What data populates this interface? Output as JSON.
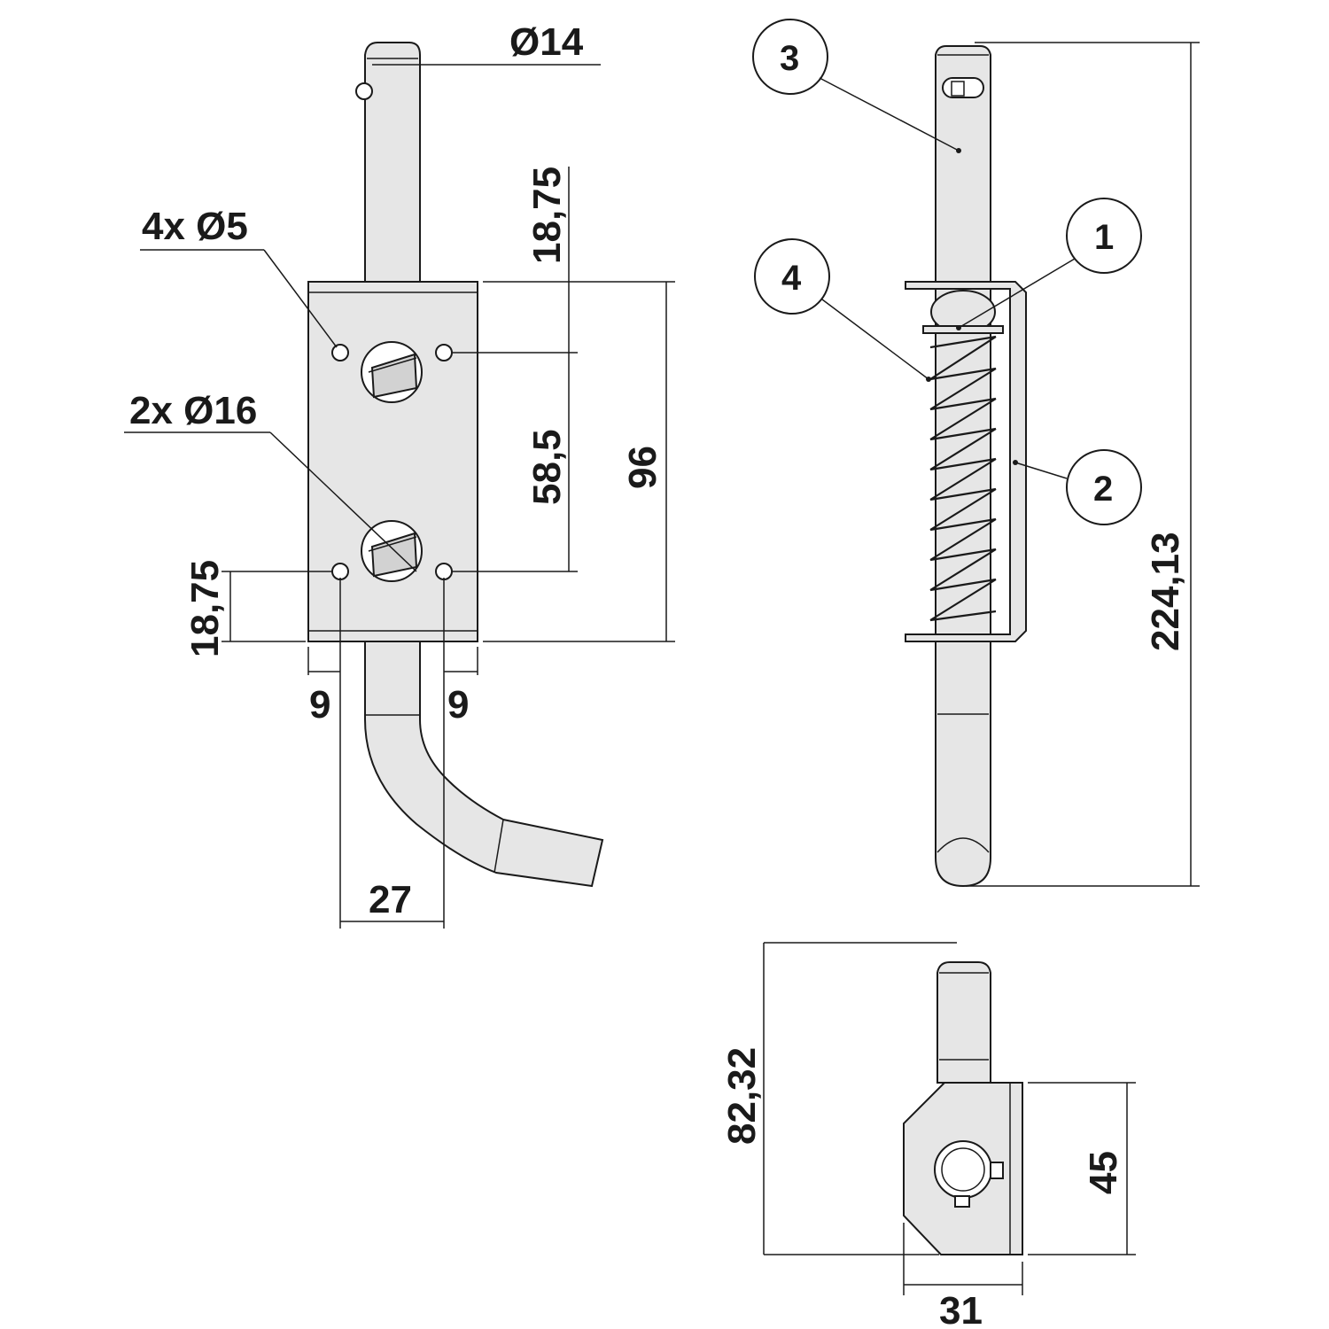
{
  "dimensions": {
    "pin_diameter": "Ø14",
    "top_pin_length": "18,75",
    "small_holes": "4x Ø5",
    "large_holes": "2x Ø16",
    "hole_spacing": "58,5",
    "plate_height": "96",
    "bottom_offset": "18,75",
    "left_edge_offset": "9",
    "right_edge_offset": "9",
    "hole_center_width": "27",
    "overall_length": "224,13",
    "end_view_height": "82,32",
    "end_view_plate_height": "45",
    "end_view_width": "31"
  },
  "callouts": {
    "c1": "1",
    "c2": "2",
    "c3": "3",
    "c4": "4"
  },
  "colors": {
    "line": "#1a1a1a",
    "part_fill": "#e6e6e6",
    "background": "#ffffff"
  }
}
